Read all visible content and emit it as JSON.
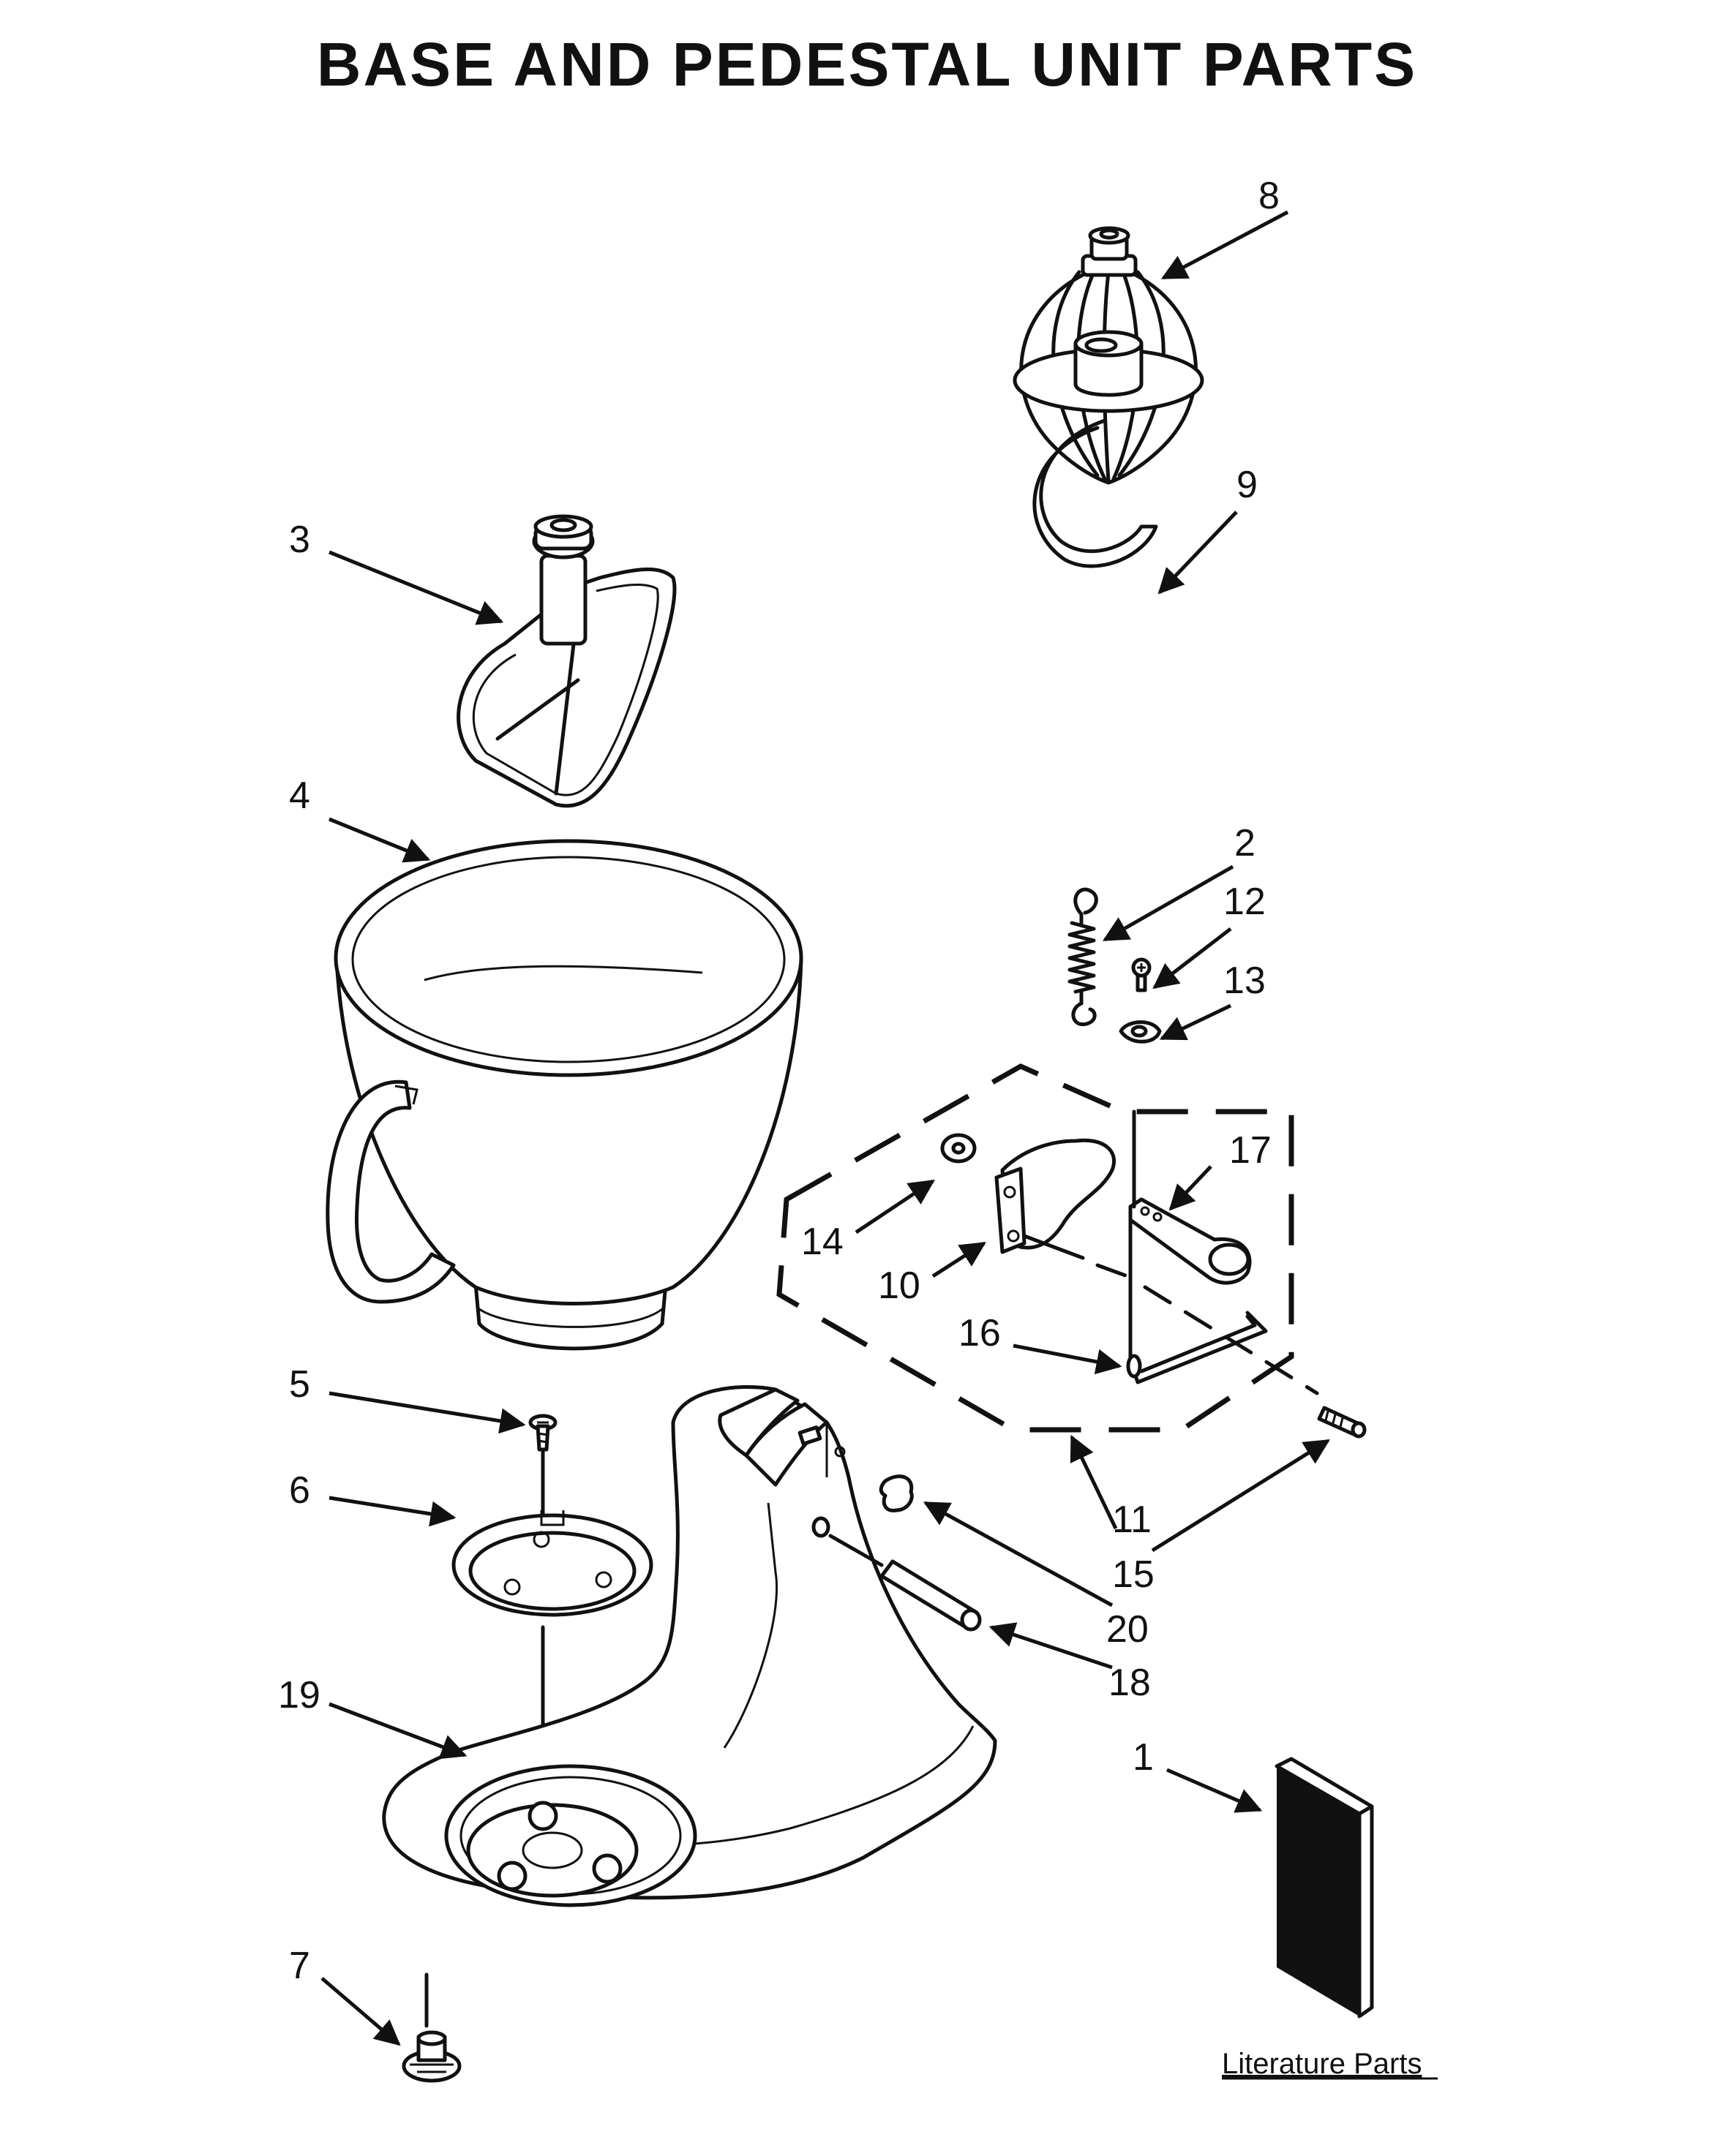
{
  "title": "BASE AND PEDESTAL UNIT PARTS",
  "callouts": {
    "c1": "1",
    "c2": "2",
    "c3": "3",
    "c4": "4",
    "c5": "5",
    "c6": "6",
    "c7": "7",
    "c8": "8",
    "c9": "9",
    "c10": "10",
    "c11": "11",
    "c12": "12",
    "c13": "13",
    "c14": "14",
    "c15": "15",
    "c16": "16",
    "c17": "17",
    "c18": "18",
    "c19": "19",
    "c20": "20"
  },
  "literature_label": "Literature Parts"
}
